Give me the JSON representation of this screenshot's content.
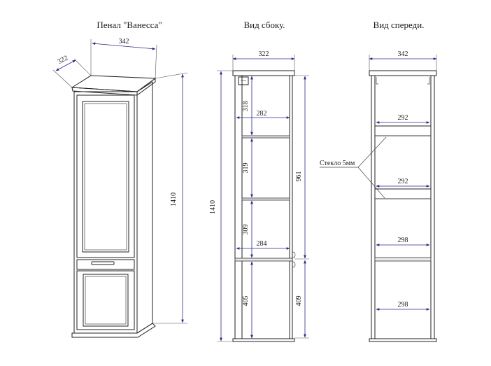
{
  "titles": {
    "penal": "Пенал \"Ванесса\"",
    "side": "Вид сбоку.",
    "front": "Вид спереди."
  },
  "iso": {
    "width": "342",
    "depth": "322",
    "height": "1410"
  },
  "side": {
    "width": "322",
    "height": "1410",
    "shelf1_width": "282",
    "shelf3_width": "284",
    "sec1": "318",
    "sec2": "319",
    "sec3": "309",
    "sec4": "405",
    "upper": "961",
    "lower": "409"
  },
  "front": {
    "width": "342",
    "glass": "Стекло 5мм",
    "w1": "292",
    "w2": "292",
    "w3": "298",
    "w4": "298"
  }
}
